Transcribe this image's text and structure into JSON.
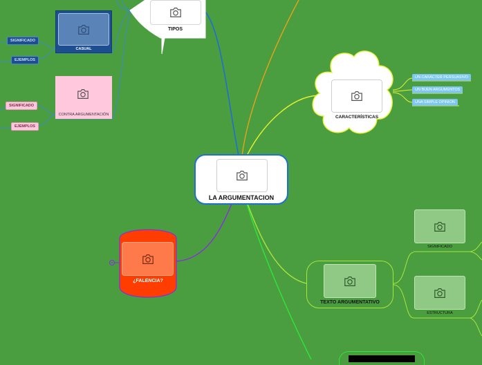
{
  "colors": {
    "background": "#4a9e3f",
    "center_border": "#1f6fd1",
    "tipos_line": "#1f6fd1",
    "caracteristicas_line": "#e6f230",
    "caracteristicas_tags": "#7ec7f0",
    "texto_line": "#a8e63c",
    "falencia_fill": "#ff3d00",
    "falencia_border": "#8a2be2",
    "contra_fill": "#ffc8dc",
    "casual_fill": "#1d4e8f",
    "orange_line": "#e8a21a"
  },
  "center": {
    "label": "LA ARGUMENTACION",
    "icon": "camera-icon"
  },
  "tipos": {
    "label": "TIPOS",
    "casual": {
      "label": "CASUAL",
      "significado": "SIGNIFICADO",
      "ejemplos": "EJEMPLOS"
    },
    "contra": {
      "label": "CONTRA ARGUMENTACIÓN",
      "significado": "SIGNIFICADO",
      "ejemplos": "EJEMPLOS"
    }
  },
  "caracteristicas": {
    "label": "CARACTERÍSTICAS",
    "items": [
      "UN CARÁCTER PERSUASIVO",
      "UN BUEN ARGUMENTOS",
      "UNA SIMPLE OPINION"
    ]
  },
  "falencia": {
    "label": "¿FALENCIA?"
  },
  "texto": {
    "label": "TEXTO ARGUMENTATIVO",
    "significado": "SIGNIFICADO",
    "estructura": "ESTRUCTURA"
  }
}
